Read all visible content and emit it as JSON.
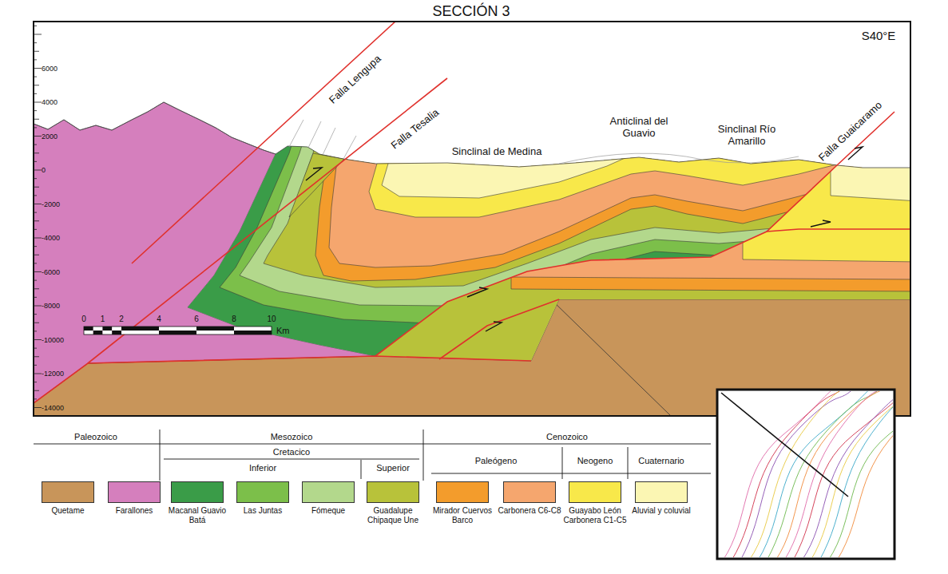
{
  "diagram": {
    "title": "SECCIÓN 3",
    "labels": [
      "S40°E",
      "Falla Lengupa",
      "Falla Tesalia",
      "Sinclinal de Medina",
      "Anticlinal del Guavio",
      "Sinclinal Río Amarillo",
      "Falla Guaicaramo",
      "6000",
      "4000",
      "2000",
      "0",
      "-2000",
      "-4000",
      "-6000",
      "-8000",
      "-10000",
      "-12000",
      "-14000",
      "0",
      "1",
      "2",
      "4",
      "6",
      "8",
      "10",
      "Km",
      "Paleozoico",
      "Mesozoico",
      "Cretacico",
      "Inferior",
      "Superior",
      "Cenozoico",
      "Paleógeno",
      "Neogeno",
      "Cuaternario"
    ],
    "legend": [
      {
        "text": "Quetame",
        "color": "#c8955a"
      },
      {
        "text": "Farallones",
        "color": "#d57fbd"
      },
      {
        "text": "Macanal Guavio Batá",
        "color": "#3a9c48"
      },
      {
        "text": "Las Juntas",
        "color": "#7cbf4a"
      },
      {
        "text": "Fómeque",
        "color": "#b3d88c"
      },
      {
        "text": "Guadalupe Chipaque Une",
        "color": "#b8c23a"
      },
      {
        "text": "Mirador Cuervos Barco",
        "color": "#f39c2c"
      },
      {
        "text": "Carbonera C6-C8",
        "color": "#f5a66e"
      },
      {
        "text": "Guayabo León Carbonera C1-C5",
        "color": "#f8e84a"
      },
      {
        "text": "Aluvial y coluvial",
        "color": "#fbf6b3"
      }
    ]
  }
}
